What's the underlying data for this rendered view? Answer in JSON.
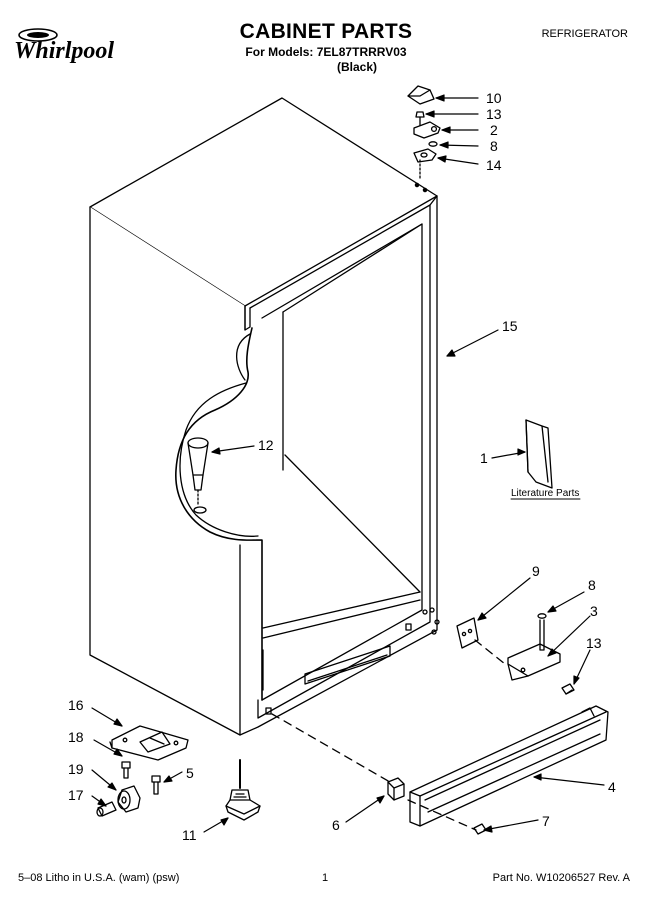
{
  "header": {
    "brand": "Whirlpool",
    "title": "CABINET PARTS",
    "models": "For Models: 7EL87TRRRV03",
    "color": "(Black)",
    "category": "REFRIGERATOR"
  },
  "callouts": [
    {
      "id": "10",
      "label": "10"
    },
    {
      "id": "13a",
      "label": "13"
    },
    {
      "id": "2",
      "label": "2"
    },
    {
      "id": "8a",
      "label": "8"
    },
    {
      "id": "14",
      "label": "14"
    },
    {
      "id": "15",
      "label": "15"
    },
    {
      "id": "12",
      "label": "12"
    },
    {
      "id": "1",
      "label": "1"
    },
    {
      "id": "9",
      "label": "9"
    },
    {
      "id": "8b",
      "label": "8"
    },
    {
      "id": "3",
      "label": "3"
    },
    {
      "id": "13b",
      "label": "13"
    },
    {
      "id": "4",
      "label": "4"
    },
    {
      "id": "7",
      "label": "7"
    },
    {
      "id": "6",
      "label": "6"
    },
    {
      "id": "11",
      "label": "11"
    },
    {
      "id": "16",
      "label": "16"
    },
    {
      "id": "18",
      "label": "18"
    },
    {
      "id": "19",
      "label": "19"
    },
    {
      "id": "17",
      "label": "17"
    },
    {
      "id": "5",
      "label": "5"
    }
  ],
  "literature_label": "Literature Parts",
  "footer": {
    "left": "5–08 Litho in U.S.A. (wam) (psw)",
    "page": "1",
    "right": "Part No. W10206527 Rev. A"
  }
}
